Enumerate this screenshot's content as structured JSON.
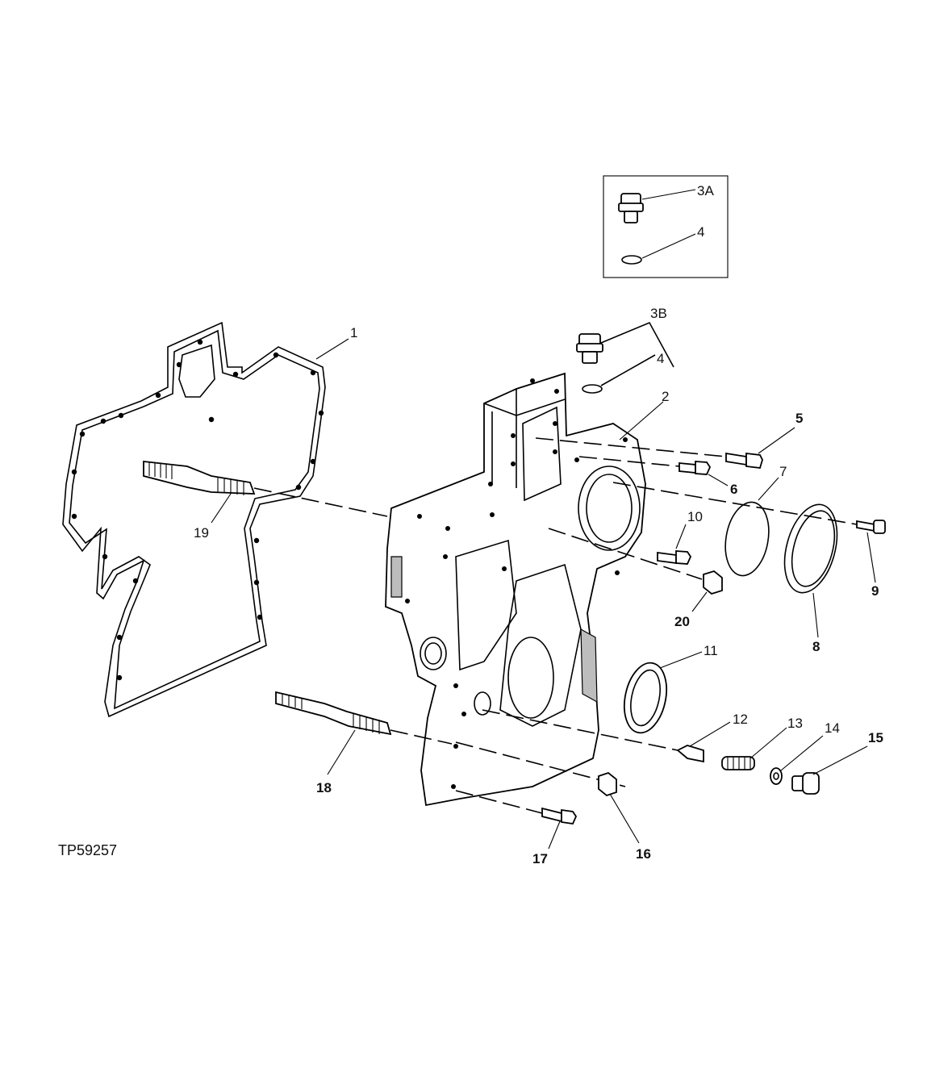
{
  "figure": {
    "id": "TP59257"
  },
  "callouts": {
    "c1": "1",
    "c2": "2",
    "c3a": "3A",
    "c3b": "3B",
    "c4_inset": "4",
    "c4": "4",
    "c5": "5",
    "c6": "6",
    "c7": "7",
    "c8": "8",
    "c9": "9",
    "c10": "10",
    "c11": "11",
    "c12": "12",
    "c13": "13",
    "c14": "14",
    "c15": "15",
    "c16": "16",
    "c17": "17",
    "c18": "18",
    "c19": "19",
    "c20": "20"
  }
}
